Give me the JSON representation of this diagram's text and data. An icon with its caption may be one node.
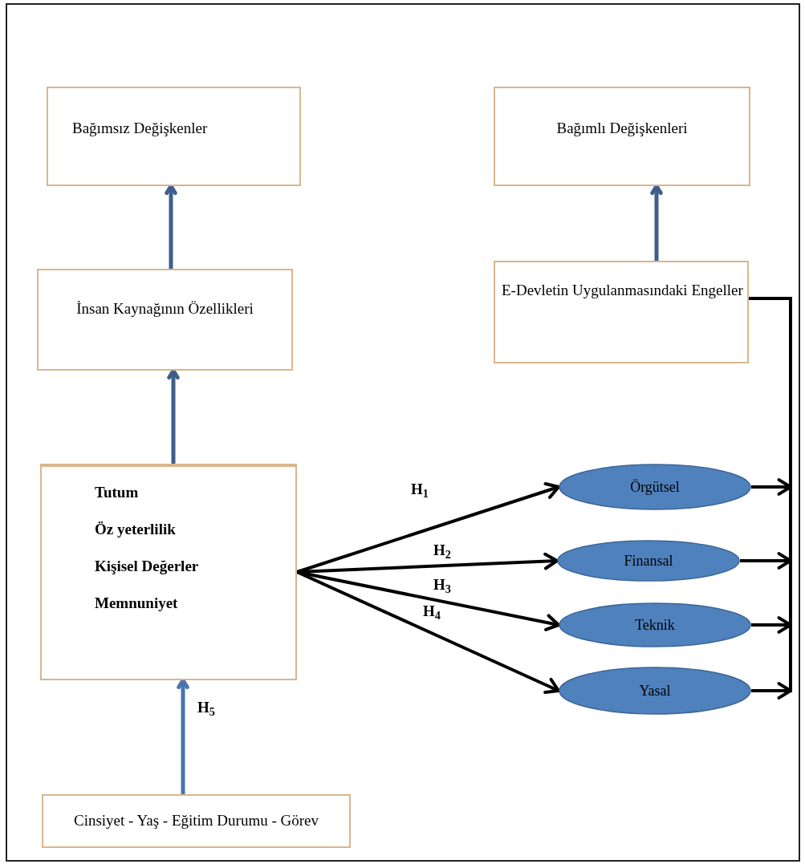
{
  "diagram": {
    "nodes": [
      {
        "text": [
          "Bağımsız Değişkenler"
        ]
      },
      {
        "text": [
          "Bağımlı Değişkenleri"
        ]
      },
      {
        "text": [
          "İnsan Kaynağının Özellikleri"
        ]
      },
      {
        "text": [
          "E-Devletin Uygulanmasındaki Engeller"
        ]
      },
      {
        "text": [
          "Tutum",
          "Öz yeterlilik",
          "Kişisel Değerler",
          "Memnuniyet"
        ]
      },
      {
        "text": [
          "Örgütsel"
        ]
      },
      {
        "text": [
          "Finansal"
        ]
      },
      {
        "text": [
          "Teknik"
        ]
      },
      {
        "text": [
          "Yasal"
        ]
      },
      {
        "text": [
          "Cinsiyet - Yaş - Eğitim Durumu - Görev"
        ]
      }
    ],
    "edges": [
      {
        "from": 2,
        "to": 0,
        "arrow": "to",
        "color": "#3f5f8a"
      },
      {
        "from": 3,
        "to": 1,
        "arrow": "to",
        "color": "#3f5f8a"
      },
      {
        "from": 4,
        "to": 2,
        "arrow": "to",
        "color": "#3f5f8a"
      },
      {
        "from": 4,
        "to": 5,
        "arrow": "to",
        "label": "H$_{1}$"
      },
      {
        "from": 4,
        "to": 6,
        "arrow": "to",
        "label": "H$_{2}$"
      },
      {
        "from": 4,
        "to": 7,
        "arrow": "to",
        "label": "H$_{3}$"
      },
      {
        "from": 4,
        "to": 8,
        "arrow": "to",
        "label": "H$_{4}$"
      },
      {
        "from": 9,
        "to": 4,
        "arrow": "to",
        "label": "H$_{5}$",
        "color": "#4a74b0"
      },
      {
        "from": 5,
        "to": 3,
        "arrow": "to"
      },
      {
        "from": 6,
        "to": 3,
        "arrow": "to"
      },
      {
        "from": 7,
        "to": 3,
        "arrow": "to"
      },
      {
        "from": 8,
        "to": 3,
        "arrow": "to"
      }
    ]
  }
}
